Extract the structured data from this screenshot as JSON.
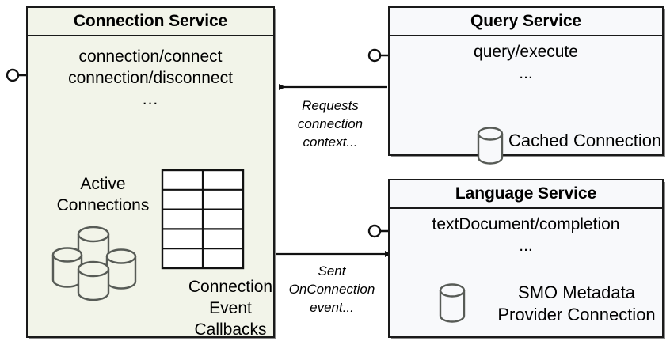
{
  "diagram": {
    "title": "Connection Service interaction diagram",
    "colors": {
      "connection_service_fill": "#f2f4e9",
      "service_fill": "#f8f9fb",
      "stroke": "#1a1a1a",
      "icon_stroke": "#575b56",
      "table_fill": "#ffffff",
      "background": "#ffffff"
    }
  },
  "components": {
    "connection_service": {
      "title": "Connection Service",
      "operations": [
        "connection/connect",
        "connection/disconnect"
      ],
      "ellipsis": "...",
      "artifacts": {
        "active_connections_label": "Active\nConnections",
        "active_connections_line1": "Active",
        "active_connections_line2": "Connections",
        "callbacks_line1": "Connection",
        "callbacks_line2": "Event",
        "callbacks_line3": "Callbacks",
        "cylinder_count": 4,
        "table_rows": 5,
        "table_cols": 2
      },
      "provided_interface": "lollipop-connector"
    },
    "query_service": {
      "title": "Query Service",
      "operations": [
        "query/execute"
      ],
      "ellipsis": "...",
      "artifacts": {
        "cached_connection_label": "Cached Connection",
        "cylinder_count": 1
      },
      "provided_interface": "lollipop-connector"
    },
    "language_service": {
      "title": "Language Service",
      "operations": [
        "textDocument/completion"
      ],
      "ellipsis": "...",
      "artifacts": {
        "smo_line1": "SMO Metadata",
        "smo_line2": "Provider Connection",
        "cylinder_count": 1
      },
      "provided_interface": "lollipop-connector"
    }
  },
  "connectors": [
    {
      "id": "requests-connection-context",
      "from": "query_service",
      "to": "connection_service",
      "caption_line1": "Requests",
      "caption_line2": "connection",
      "caption_line3": "context...",
      "direction": "left"
    },
    {
      "id": "sent-onconnection-event",
      "from": "connection_service",
      "to": "language_service",
      "caption_line1": "Sent",
      "caption_line2": "OnConnection",
      "caption_line3": "event...",
      "direction": "right"
    }
  ]
}
